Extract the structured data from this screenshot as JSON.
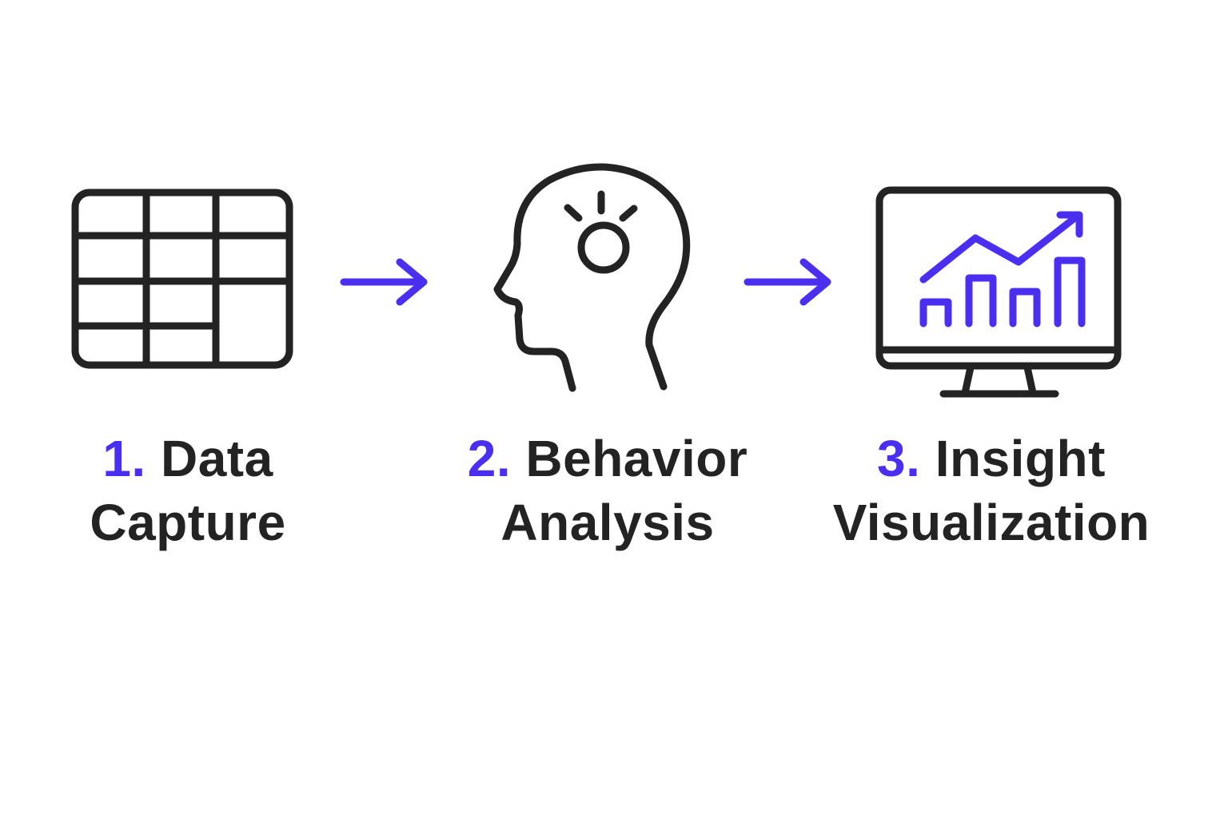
{
  "colors": {
    "accent": "#4a2ff0",
    "ink": "#232323",
    "background": "#ffffff"
  },
  "steps": [
    {
      "number": "1.",
      "title_line1": "Data",
      "title_line2": "Capture",
      "icon": "table-grid-icon"
    },
    {
      "number": "2.",
      "title_line1": "Behavior",
      "title_line2": "Analysis",
      "icon": "head-lightbulb-icon"
    },
    {
      "number": "3.",
      "title_line1": "Insight",
      "title_line2": "Visualization",
      "icon": "monitor-chart-icon"
    }
  ],
  "connectors": [
    {
      "icon": "arrow-right-icon"
    },
    {
      "icon": "arrow-right-icon"
    }
  ]
}
